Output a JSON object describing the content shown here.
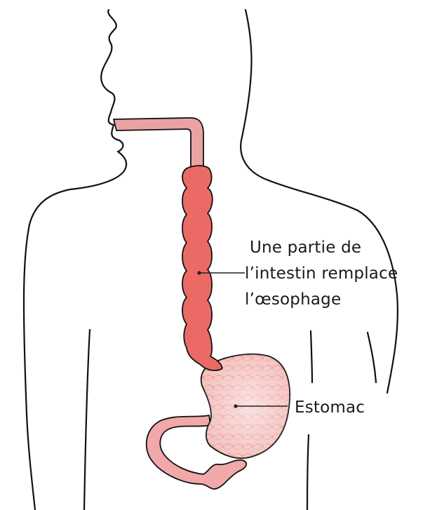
{
  "labels": {
    "replacement_line1": "Une partie de",
    "replacement_line2": "l’intestin remplace",
    "replacement_line3": "l’œsophage",
    "stomach": "Estomac"
  },
  "colors": {
    "intestine_graft": "#ec6a66",
    "esophagus_upper": "#eaa3a3",
    "stomach": "#f2b7b4",
    "duodenum": "#f0a8a8",
    "outline": "#111111"
  }
}
